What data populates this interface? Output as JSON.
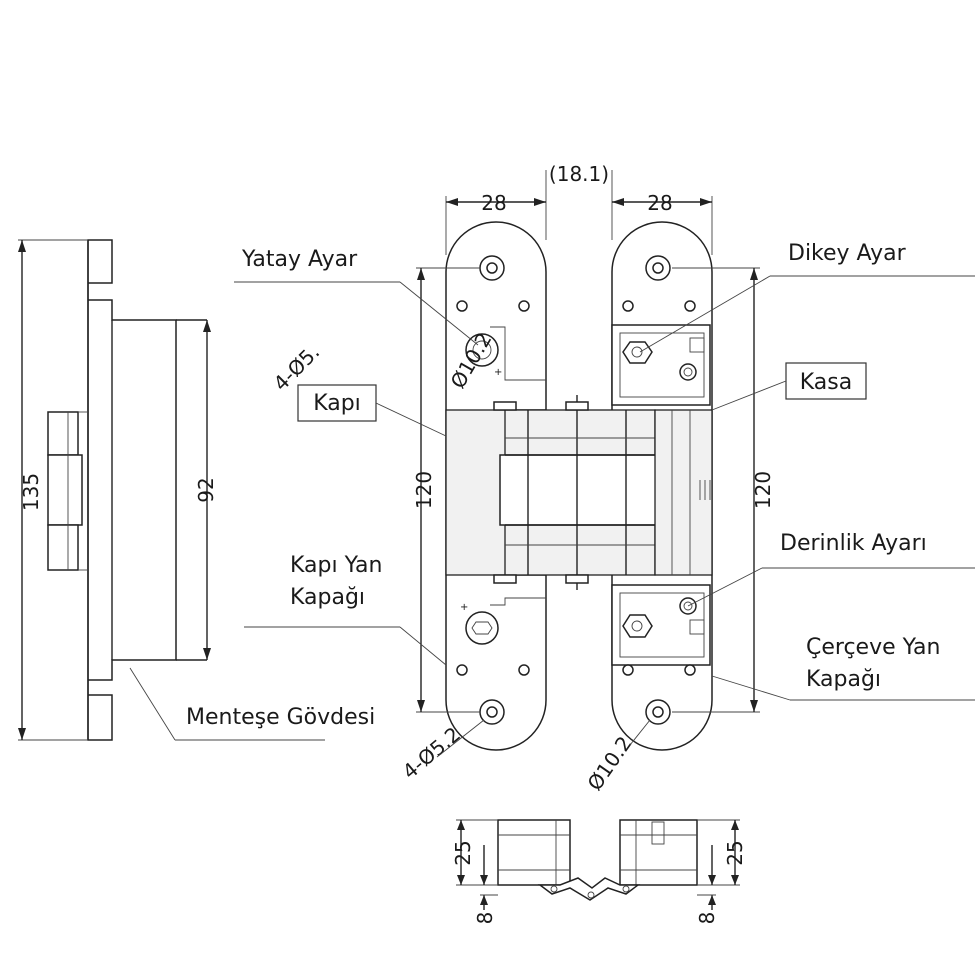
{
  "labels": {
    "yatay_ayar": "Yatay Ayar",
    "dikey_ayar": "Dikey Ayar",
    "kapi": "Kapı",
    "kasa": "Kasa",
    "derinlik_ayari": "Derinlik Ayarı",
    "kapi_yan_kapagi_1": "Kapı Yan",
    "kapi_yan_kapagi_2": "Kapağı",
    "cerceve_yan_kapagi_1": "Çerçeve Yan",
    "cerceve_yan_kapagi_2": "Kapağı",
    "mentese_govdesi": "Menteşe Gövdesi"
  },
  "dimensions": {
    "center_gap": "(18.1)",
    "left_width": "28",
    "right_width": "28",
    "side_height": "135",
    "side_inner": "92",
    "left_height": "120",
    "right_height": "120",
    "hole_top_left": "4-Ø5.",
    "hole_small_top": "Ø10.2",
    "hole_bottom_left": "4-Ø5.2",
    "hole_bottom_right": "Ø10.2",
    "bottom_left_25": "25",
    "bottom_right_25": "25",
    "bottom_left_8": "8",
    "bottom_right_8": "8"
  },
  "colors": {
    "line": "#222222",
    "background": "#ffffff"
  }
}
